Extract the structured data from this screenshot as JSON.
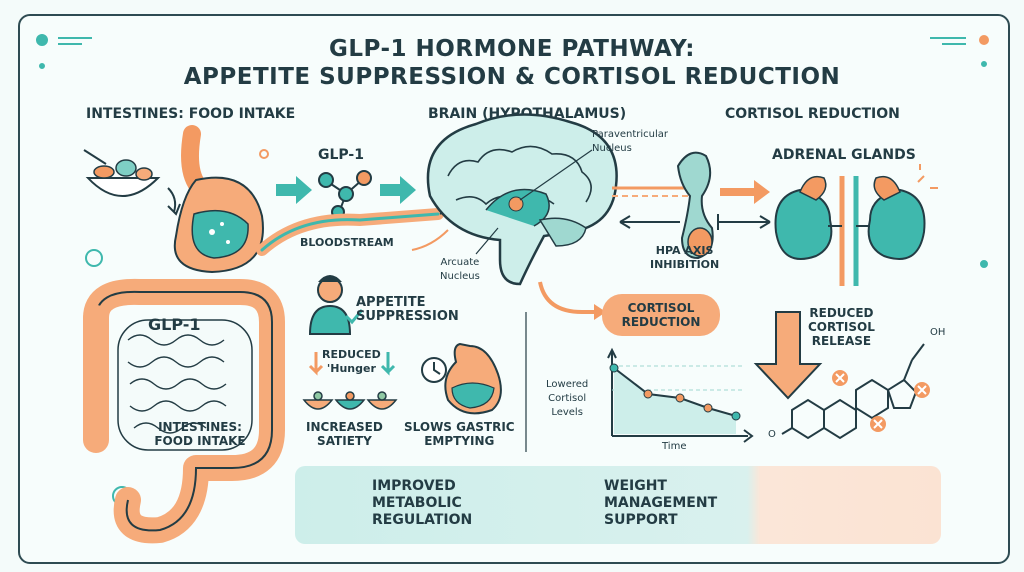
{
  "title": {
    "line1": "GLP-1 HORMONE PATHWAY:",
    "line2": "APPETITE SUPPRESSION & CORTISOL REDUCTION"
  },
  "sections": {
    "intestines_header": "INTESTINES: FOOD INTAKE",
    "brain_header": "BRAIN (HYPOTHALAMUS)",
    "cortisol_header": "CORTISOL REDUCTION"
  },
  "labels": {
    "glp1_top": "GLP-1",
    "bloodstream": "BLOODSTREAM",
    "glp1_intestine": "GLP-1",
    "intestines_bottom": "INTESTINES:\nFOOD INTAKE",
    "paraventricular": "Paraventricular\nNucleus",
    "arcuate": "Arcuate\nNucleus",
    "hpa_axis": "HPA AXIS\nINHIBITION",
    "adrenal": "ADRENAL GLANDS",
    "appetite_suppression": "APPETITE\nSUPPRESSION",
    "reduced_hunger": "REDUCED\n'Hunger",
    "increased_satiety": "INCREASED\nSATIETY",
    "slows_gastric": "SLOWS GASTRIC\nEMPTYING",
    "cortisol_reduction": "CORTISOL\nREDUCTION",
    "lowered_cortisol": "Lowered\nCortisol\nLevels",
    "time": "Time",
    "reduced_cortisol_release": "REDUCED\nCORTISOL\nRELEASE",
    "oh": "OH",
    "o": "O"
  },
  "benefits": {
    "metabolic": "IMPROVED\nMETABOLIC\nREGULATION",
    "weight": "WEIGHT\nMANAGEMENT\nSUPPORT"
  },
  "colors": {
    "teal": "#3fb8ad",
    "orange": "#f39a62",
    "dark": "#233c44",
    "light_teal": "#bfe8e3"
  }
}
